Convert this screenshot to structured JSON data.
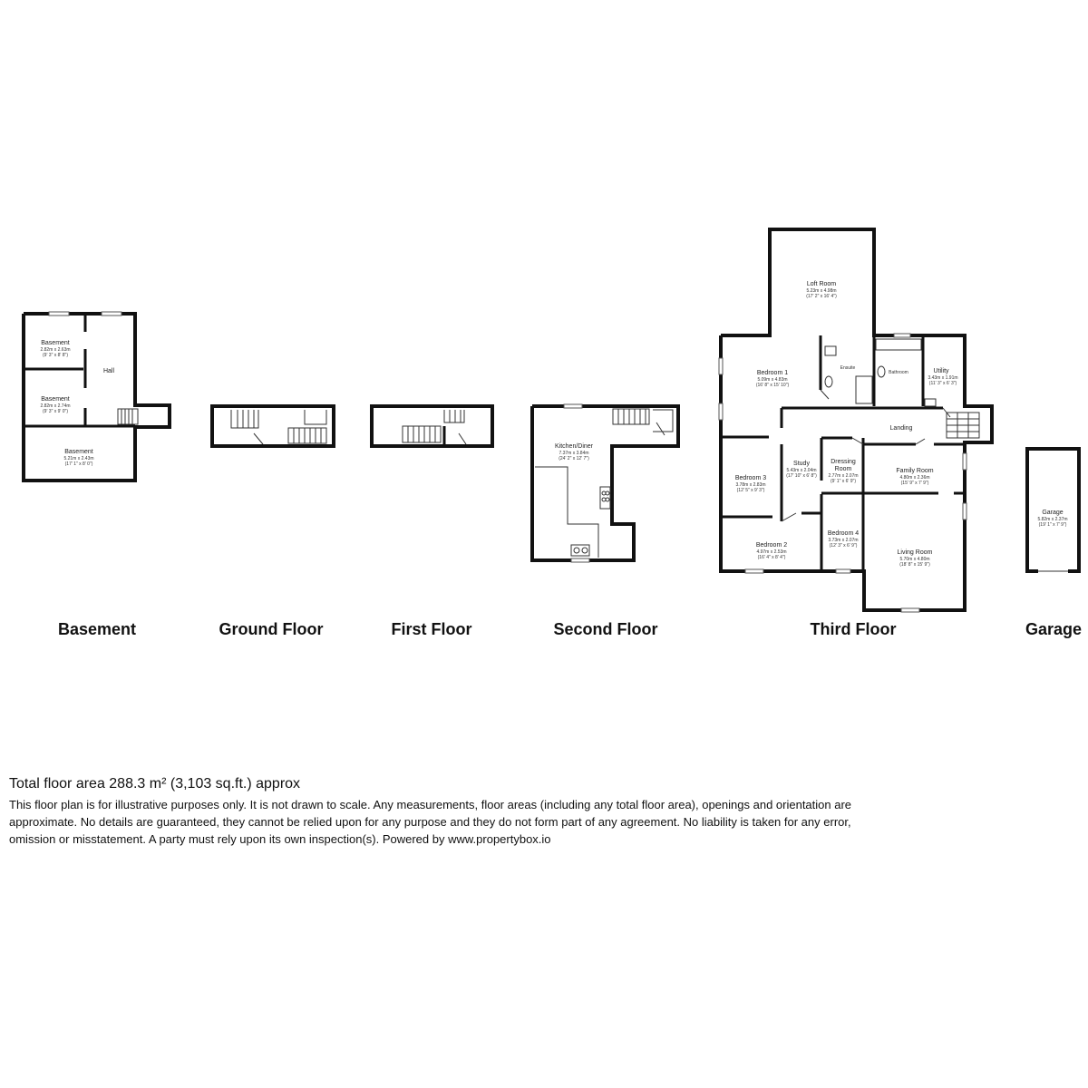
{
  "floors": [
    {
      "id": "basement",
      "label": "Basement"
    },
    {
      "id": "ground",
      "label": "Ground Floor"
    },
    {
      "id": "first",
      "label": "First Floor"
    },
    {
      "id": "second",
      "label": "Second Floor"
    },
    {
      "id": "third",
      "label": "Third Floor"
    },
    {
      "id": "garage",
      "label": "Garage"
    }
  ],
  "rooms": {
    "basement_a": {
      "name": "Basement",
      "dim_m": "2.82m x 2.63m",
      "dim_ft": "(9' 3\" x 8' 8\")"
    },
    "basement_hall": {
      "name": "Hall"
    },
    "basement_b": {
      "name": "Basement",
      "dim_m": "2.82m x 2.74m",
      "dim_ft": "(9' 3\" x 9' 0\")"
    },
    "basement_c": {
      "name": "Basement",
      "dim_m": "5.21m x 2.43m",
      "dim_ft": "(17' 1\" x 8' 0\")"
    },
    "kitchen": {
      "name": "Kitchen/Diner",
      "dim_m": "7.37m x 3.84m",
      "dim_ft": "(24' 2\" x 12' 7\")"
    },
    "loft": {
      "name": "Loft Room",
      "dim_m": "5.23m x 4.98m",
      "dim_ft": "(17' 2\" x 16' 4\")"
    },
    "bedroom1": {
      "name": "Bedroom 1",
      "dim_m": "5.09m x 4.83m",
      "dim_ft": "(16' 8\" x 15' 10\")"
    },
    "ensuite": {
      "name": "Ensuite"
    },
    "bathroom": {
      "name": "Bathroom"
    },
    "utility": {
      "name": "Utility",
      "dim_m": "3.43m x 1.91m",
      "dim_ft": "(11' 3\" x 6' 3\")"
    },
    "landing": {
      "name": "Landing"
    },
    "bedroom3": {
      "name": "Bedroom 3",
      "dim_m": "3.78m x 2.83m",
      "dim_ft": "(12' 5\" x 9' 3\")"
    },
    "study": {
      "name": "Study",
      "dim_m": "5.43m x 2.04m",
      "dim_ft": "(17' 10\" x 6' 8\")"
    },
    "dressing": {
      "name_line1": "Dressing",
      "name_line2": "Room",
      "dim_m": "2.77m x 2.07m",
      "dim_ft": "(9' 1\" x 6' 9\")"
    },
    "family": {
      "name": "Family Room",
      "dim_m": "4.80m x 2.36m",
      "dim_ft": "(15' 9\" x 7' 9\")"
    },
    "bedroom2": {
      "name": "Bedroom 2",
      "dim_m": "4.97m x 2.53m",
      "dim_ft": "(16' 4\" x 8' 4\")"
    },
    "bedroom4": {
      "name": "Bedroom 4",
      "dim_m": "3.73m x 2.07m",
      "dim_ft": "(12' 3\" x 6' 9\")"
    },
    "living": {
      "name": "Living Room",
      "dim_m": "5.70m x 4.80m",
      "dim_ft": "(18' 8\" x 15' 9\")"
    },
    "garage": {
      "name": "Garage",
      "dim_m": "5.82m x 2.37m",
      "dim_ft": "(19' 1\" x 7' 9\")"
    }
  },
  "footer": {
    "total": "Total floor area 288.3 m² (3,103 sq.ft.) approx",
    "disclaimer": "This floor plan is for illustrative purposes only. It is not drawn to scale. Any measurements, floor areas (including any total floor area), openings and orientation are approximate. No details are guaranteed, they cannot be relied upon for any purpose and they do not form part of any agreement. No liability is taken for any error, omission or misstatement. A party must rely upon its own inspection(s). Powered by www.propertybox.io"
  }
}
